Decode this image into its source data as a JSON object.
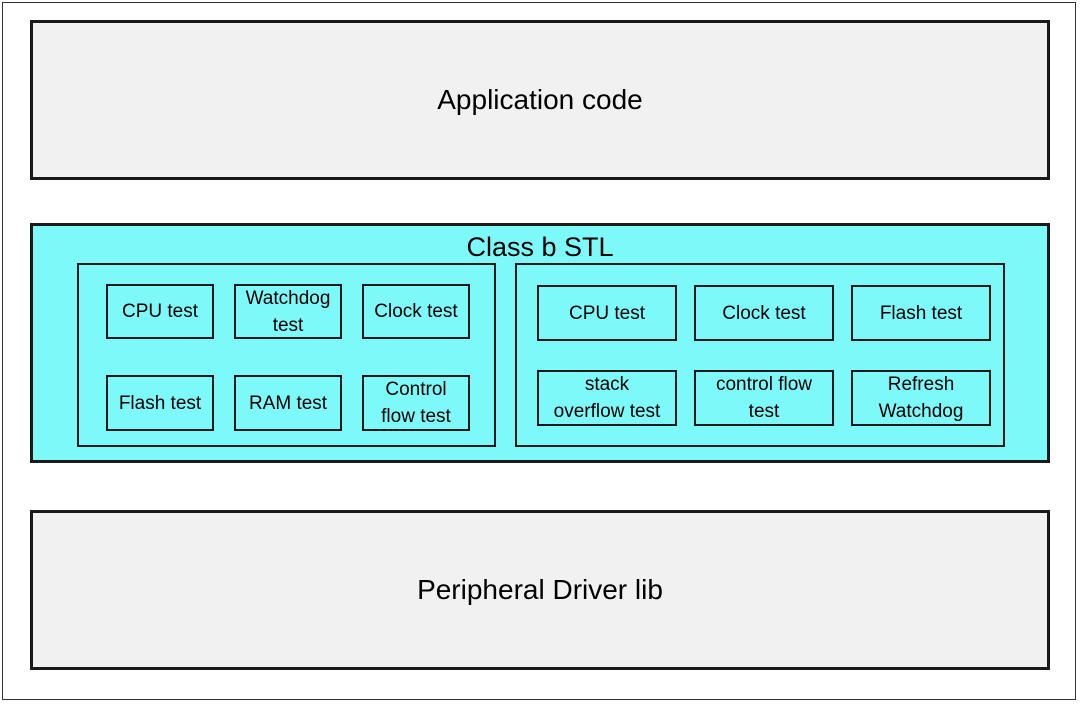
{
  "layers": {
    "application": "Application code",
    "driver": "Peripheral Driver lib"
  },
  "stl": {
    "title": "Class b STL",
    "left_group": [
      "CPU test",
      "Watchdog\ntest",
      "Clock test",
      "Flash test",
      "RAM test",
      "Control\nflow test"
    ],
    "right_group": [
      "CPU test",
      "Clock test",
      "Flash test",
      "stack\noverflow test",
      "control flow\ntest",
      "Refresh\nWatchdog"
    ]
  },
  "colors": {
    "stl_fill": "#7ef9f9",
    "layer_fill": "#f2f1f1",
    "border": "#1a1a1a"
  }
}
